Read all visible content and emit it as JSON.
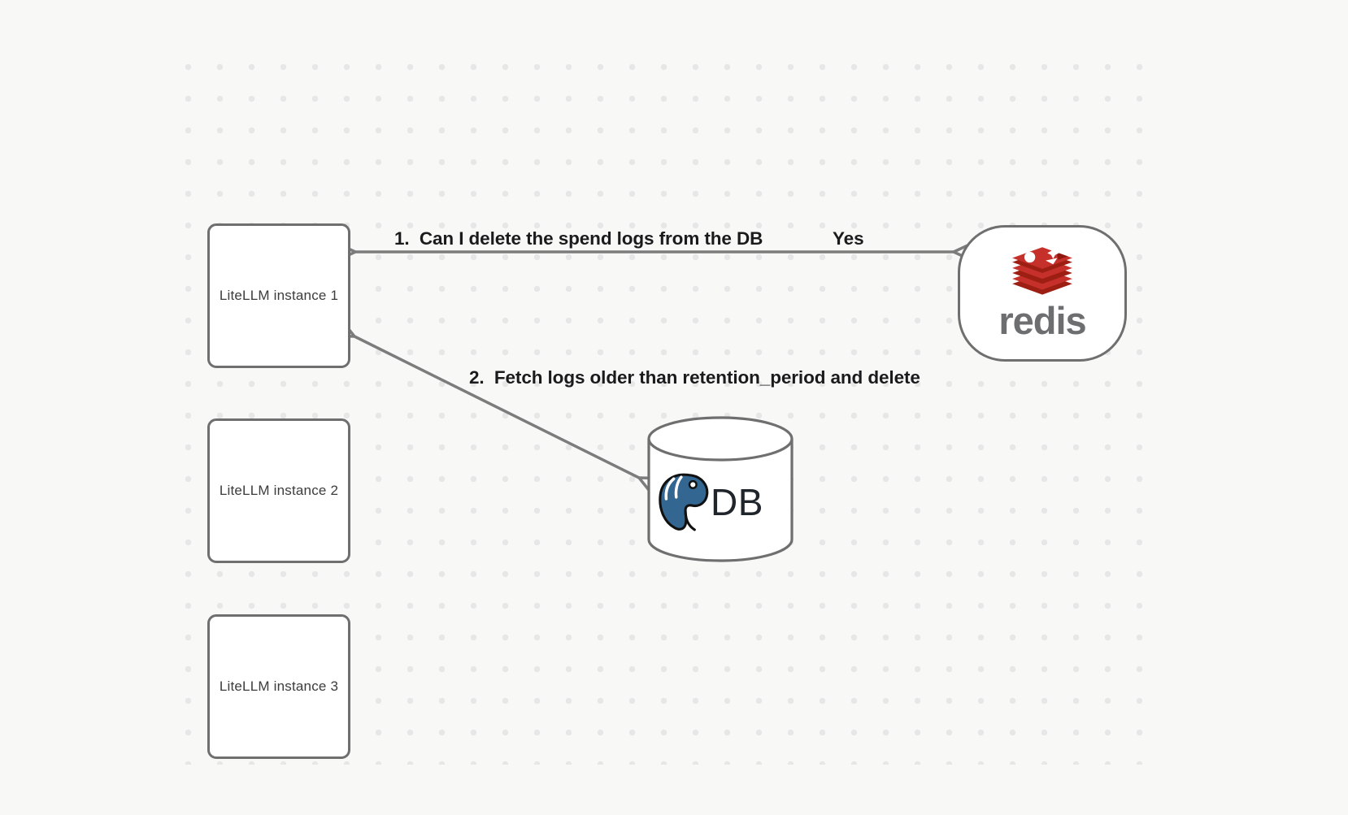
{
  "canvas": {
    "background_color": "#f8f8f7",
    "dot_color": "#e7e7e7",
    "border_color": "#6f6f6f",
    "arrow_color": "#7c7c7c"
  },
  "nodes": {
    "instances": [
      {
        "label": "LiteLLM instance 1"
      },
      {
        "label": "LiteLLM instance 2"
      },
      {
        "label": "LiteLLM instance 3"
      }
    ],
    "redis": {
      "label": "redis",
      "logo": "redis-logo",
      "logo_red": "#c6302b",
      "logo_dark_red": "#9d1e12"
    },
    "db": {
      "label": "DB",
      "logo": "postgresql-logo",
      "logo_blue": "#336791"
    }
  },
  "arrows": [
    {
      "id": "1",
      "label": "1.  Can I delete the spend logs from the DB",
      "response": "Yes",
      "from": "redis",
      "to": "LiteLLM instance 1",
      "double_headed": true
    },
    {
      "id": "2",
      "label": "2.  Fetch logs older than retention_period and delete",
      "from": "LiteLLM instance 1",
      "to": "DB",
      "double_headed": true
    }
  ]
}
